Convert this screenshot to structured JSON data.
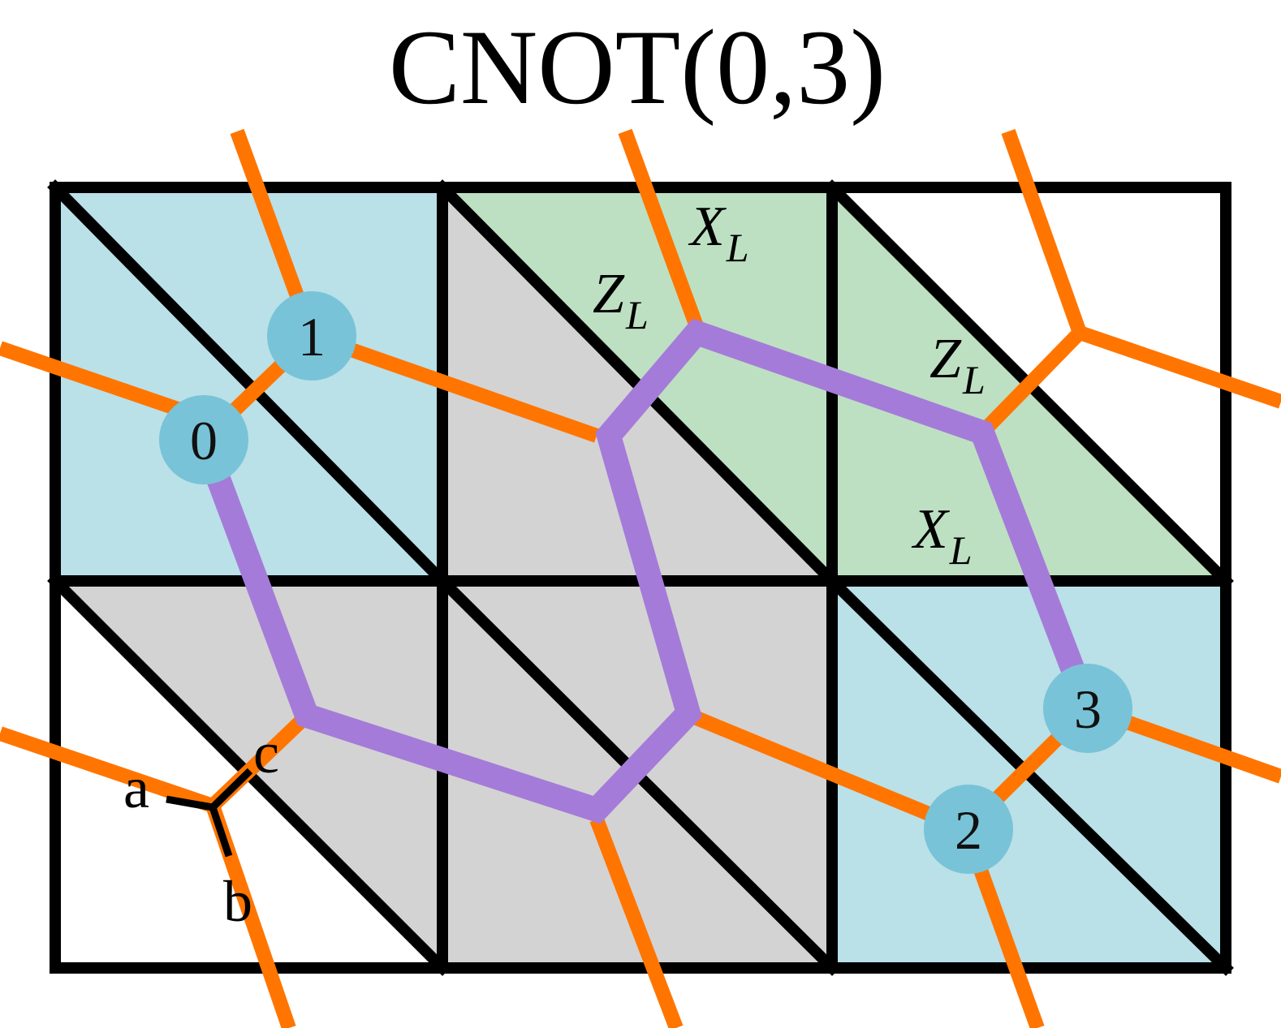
{
  "title": "CNOT(0,3)",
  "colors": {
    "cell_blue": "#bae0e8",
    "cell_green": "#bde0c2",
    "cell_gray": "#d3d3d3",
    "cell_white": "#ffffff",
    "grid_line": "#000000",
    "honeycomb_edge": "#ff7500",
    "logical_loop": "#a57bd9",
    "qubit_node": "#78c3d8"
  },
  "qubits": [
    "0",
    "1",
    "2",
    "3"
  ],
  "edge_labels": [
    "a",
    "b",
    "c"
  ],
  "operators": [
    {
      "main": "X",
      "sub": "L"
    },
    {
      "main": "Z",
      "sub": "L"
    },
    {
      "main": "Z",
      "sub": "L"
    },
    {
      "main": "X",
      "sub": "L"
    }
  ]
}
